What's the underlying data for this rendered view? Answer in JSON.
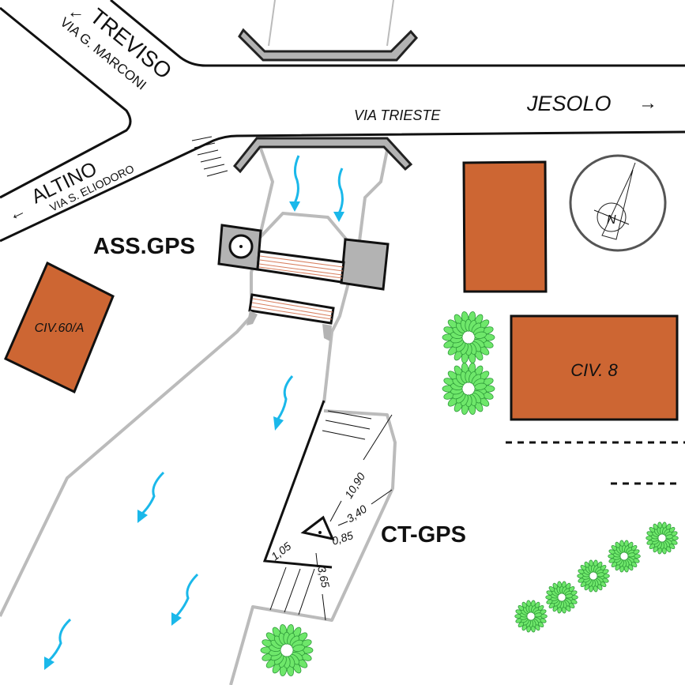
{
  "map": {
    "roads": [
      {
        "id": "via-marconi",
        "direction_label": "TREVISO",
        "street_label": "VIA G. MARCONI",
        "arrow": "left"
      },
      {
        "id": "via-eliodoro",
        "direction_label": "ALTINO",
        "street_label": "VIA S. ELIODORO",
        "arrow": "left"
      },
      {
        "id": "via-trieste",
        "direction_label": "JESOLO",
        "street_label": "VIA TRIESTE",
        "arrow": "right"
      }
    ],
    "buildings": [
      {
        "id": "civ-60a",
        "label": "CIV.60/A",
        "color": "#cd6633"
      },
      {
        "id": "civ-8",
        "label": "CIV. 8",
        "color": "#cd6633"
      },
      {
        "id": "unlabeled-building",
        "label": "",
        "color": "#cd6633"
      }
    ],
    "points": [
      {
        "id": "ass-gps",
        "label": "ASS.GPS",
        "symbol": "circle-dot"
      },
      {
        "id": "ct-gps",
        "label": "CT-GPS",
        "symbol": "triangle-dot"
      }
    ],
    "measurements": [
      "10,90",
      "3,40",
      "0,85",
      "1,05",
      "3,65"
    ],
    "compass": {
      "label": "N",
      "icon": "north-arrow-icon"
    },
    "colors": {
      "building": "#cd6633",
      "water_flow": "#1ab8ea",
      "bridge": "#b3b3b3",
      "tree": "#6ee76a",
      "curb": "#bbbbbb"
    }
  }
}
